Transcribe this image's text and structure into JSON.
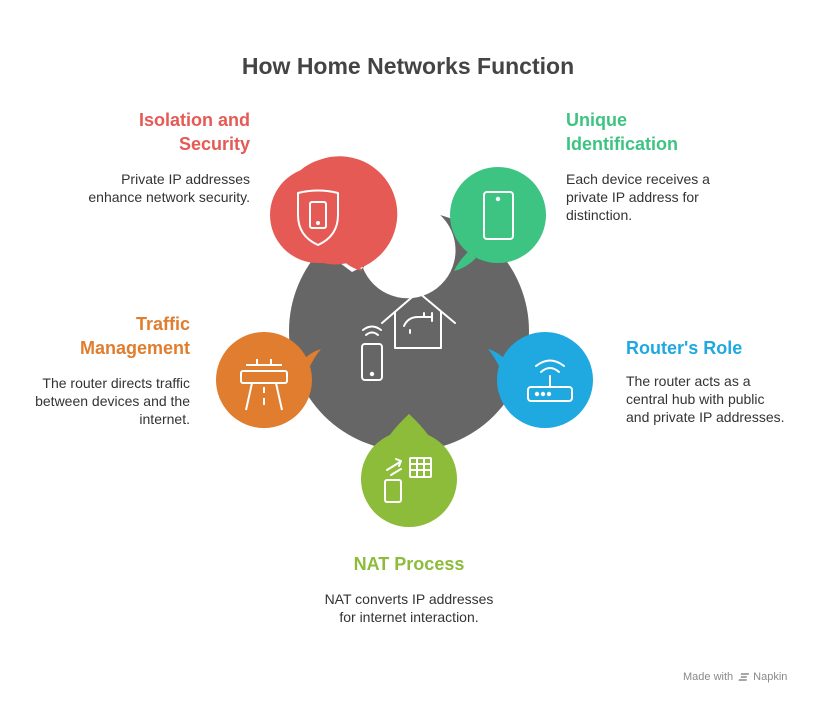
{
  "title": "How Home Networks Function",
  "center": {
    "icon": "home-network-icon",
    "color": "#666666"
  },
  "sections": {
    "isolation": {
      "heading": "Isolation and\nSecurity",
      "description": "Private IP addresses enhance network security.",
      "icon": "shield-phone-icon",
      "color": "#E65A55"
    },
    "unique": {
      "heading": "Unique\nIdentification",
      "description": "Each device receives a private IP address for distinction.",
      "icon": "tablet-icon",
      "color": "#3EC482"
    },
    "router": {
      "heading": "Router's Role",
      "description": "The router acts as a central hub with public and private IP addresses.",
      "icon": "router-icon",
      "color": "#1FA9E0"
    },
    "nat": {
      "heading": "NAT Process",
      "description": "NAT converts IP addresses for internet interaction.",
      "icon": "nat-exchange-icon",
      "color": "#8CBC3A"
    },
    "traffic": {
      "heading": "Traffic\nManagement",
      "description": "The router directs traffic between devices and the internet.",
      "icon": "road-tunnel-icon",
      "color": "#E07D2E"
    }
  },
  "footer": {
    "made_with": "Made with",
    "brand": "Napkin"
  }
}
